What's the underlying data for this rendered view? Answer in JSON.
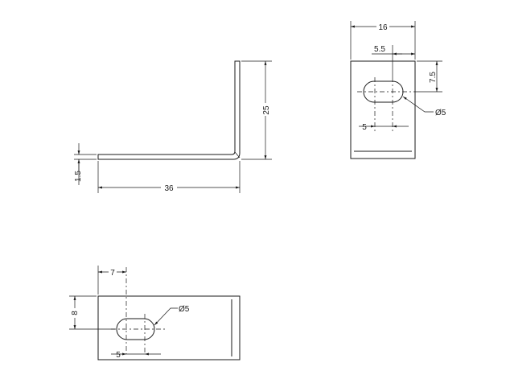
{
  "side_view": {
    "dim_height": "25",
    "dim_length": "36",
    "dim_thickness": "1.5"
  },
  "end_view": {
    "dim_width": "16",
    "dim_slot_offset": "5.5",
    "dim_slot_from_top": "7.5",
    "dim_slot_length": "5",
    "dim_slot_diameter": "Ø5"
  },
  "plan_view": {
    "dim_slot_offset": "7",
    "dim_slot_from_top": "8",
    "dim_slot_length": "5",
    "dim_slot_diameter": "Ø5"
  }
}
